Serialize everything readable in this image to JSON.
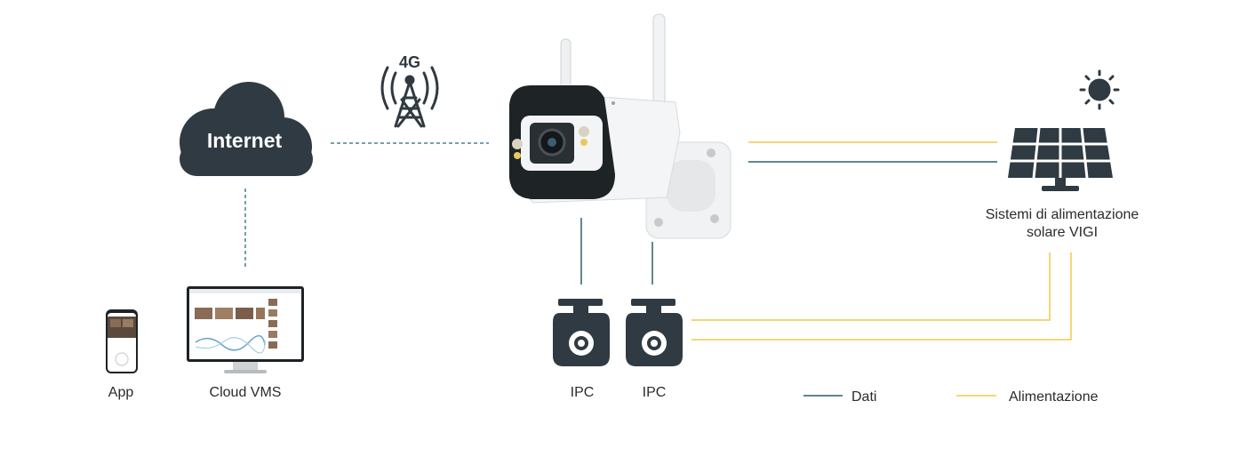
{
  "cloud": {
    "label": "Internet"
  },
  "network": {
    "badge": "4G"
  },
  "devices": {
    "app": "App",
    "cloud_vms": "Cloud VMS",
    "ipc_1": "IPC",
    "ipc_2": "IPC"
  },
  "solar": {
    "line1": "Sistemi di alimentazione",
    "line2": "solare VIGI"
  },
  "legend": {
    "data": "Dati",
    "power": "Alimentazione"
  },
  "colors": {
    "data_line": "#2f5d6b",
    "power_line": "#f2c94c",
    "dark": "#2f3a42",
    "dashed": "#4f7f92"
  }
}
